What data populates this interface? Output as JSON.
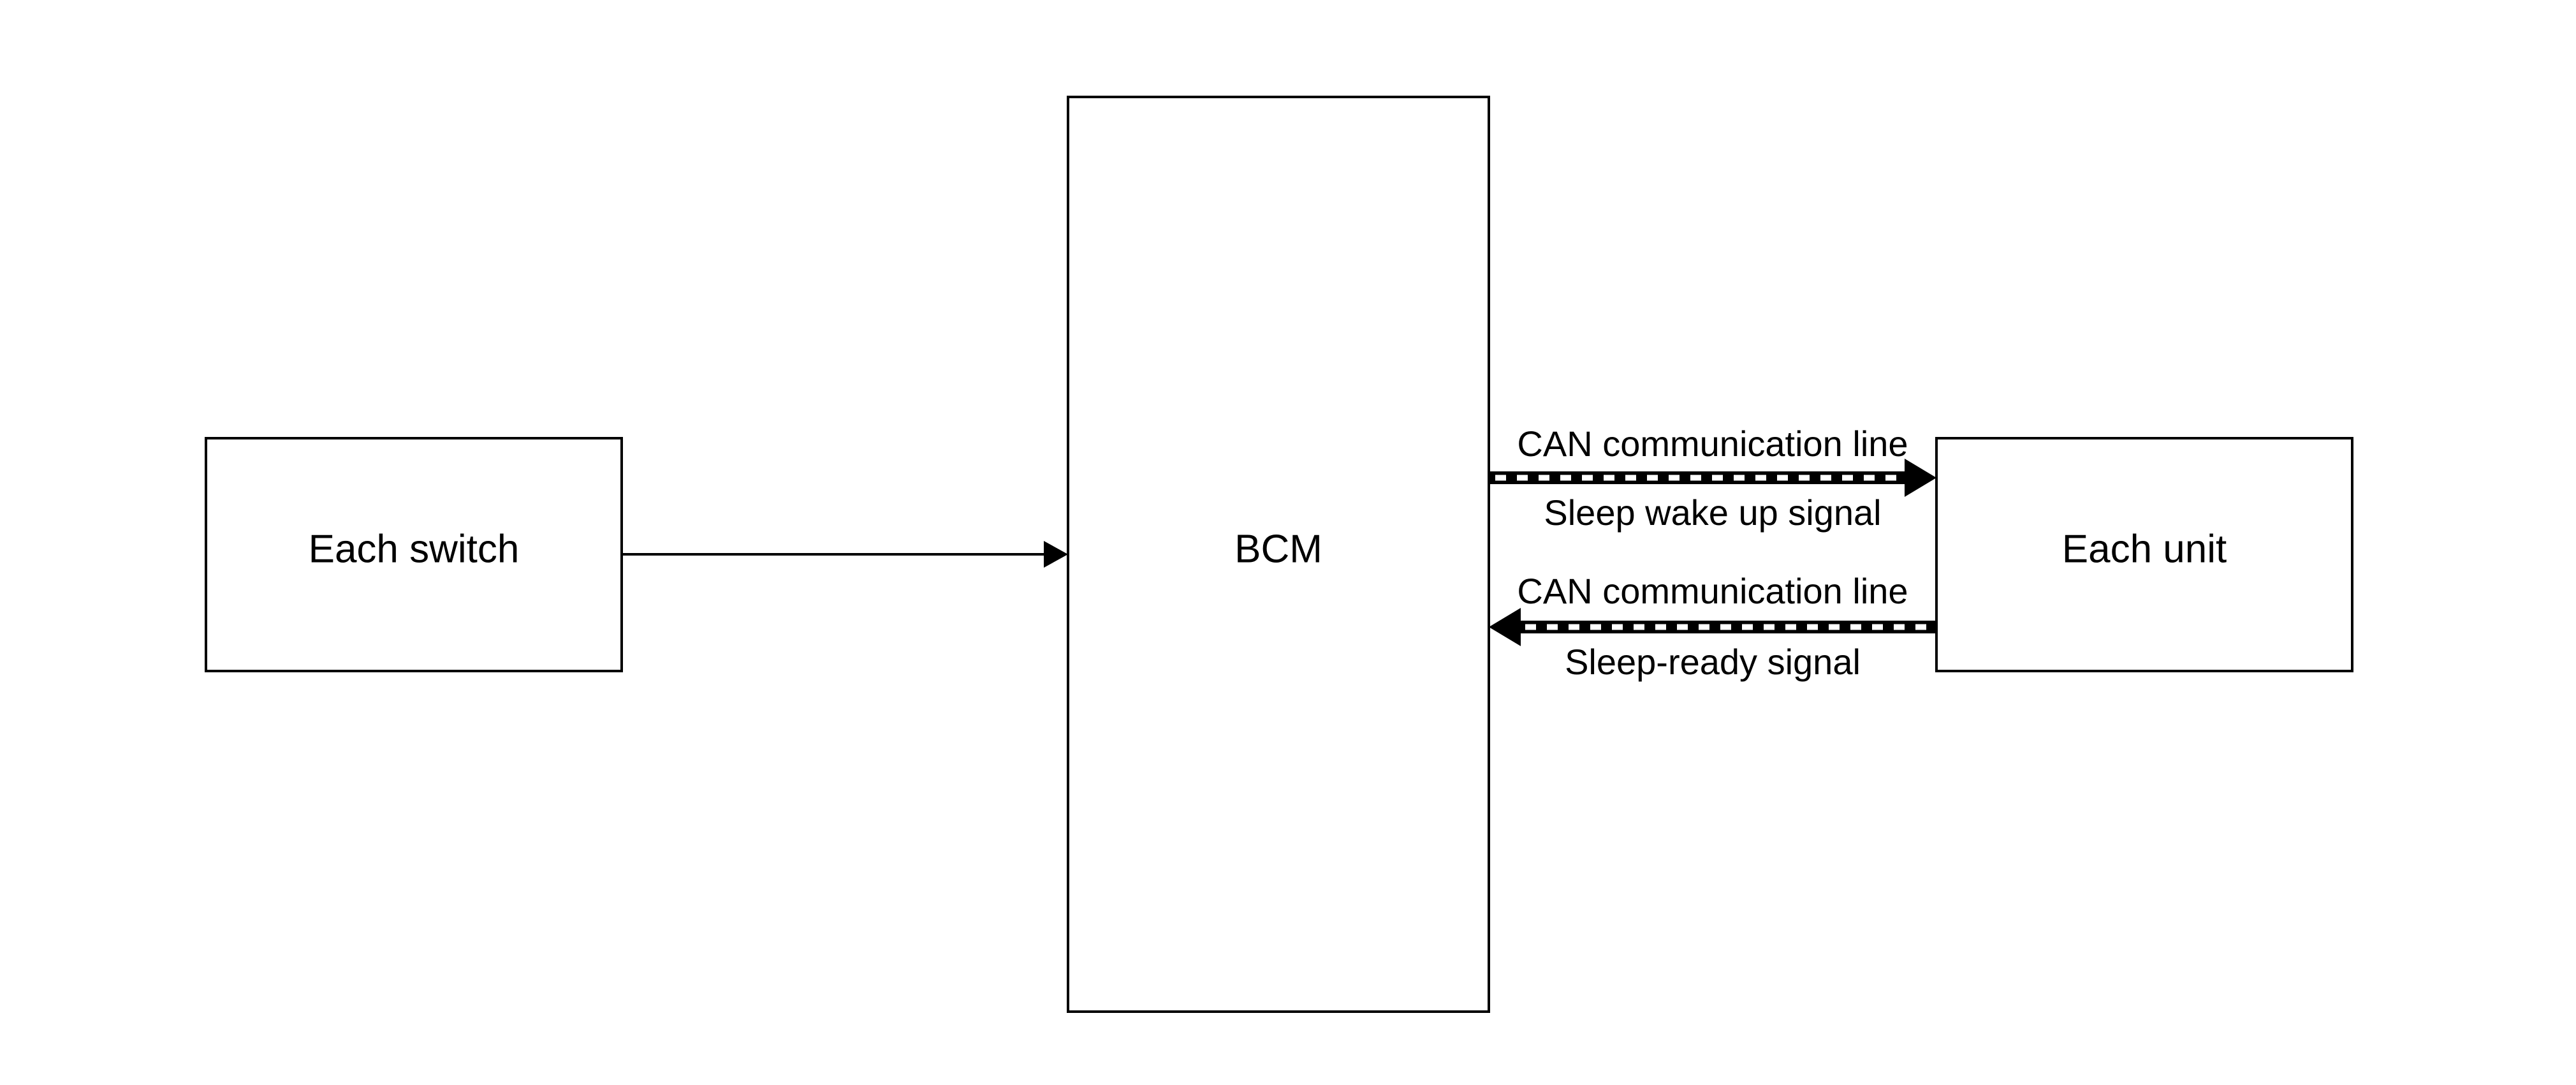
{
  "nodes": {
    "switch": {
      "label": "Each switch"
    },
    "bcm": {
      "label": "BCM"
    },
    "unit": {
      "label": "Each unit"
    }
  },
  "edges": {
    "switch_to_bcm": {
      "from": "Each switch",
      "to": "BCM"
    },
    "wakeup": {
      "from": "BCM",
      "to": "Each unit",
      "line_label": "CAN communication line",
      "signal_label": "Sleep wake up signal"
    },
    "ready": {
      "from": "Each unit",
      "to": "BCM",
      "line_label": "CAN communication line",
      "signal_label": "Sleep-ready signal"
    }
  }
}
